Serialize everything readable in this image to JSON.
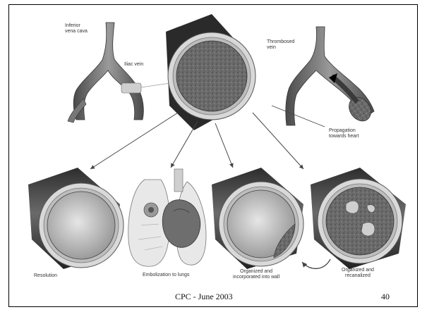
{
  "labels": {
    "inferior_vena_cava": "Inferior\nvena cava",
    "iliac_vein": "Iliac vein",
    "thrombosed_vein": "Thrombosed\nvein",
    "propagation": "Propagation\ntowards heart",
    "resolution": "Resolution",
    "embolization": "Embolization to lungs",
    "organized_incorporated": "Organized and\nincorporated into wall",
    "organized_recanalized": "Organized and\nrecanalized"
  },
  "footer": {
    "title": "CPC - June 2003",
    "page_number": "40"
  }
}
